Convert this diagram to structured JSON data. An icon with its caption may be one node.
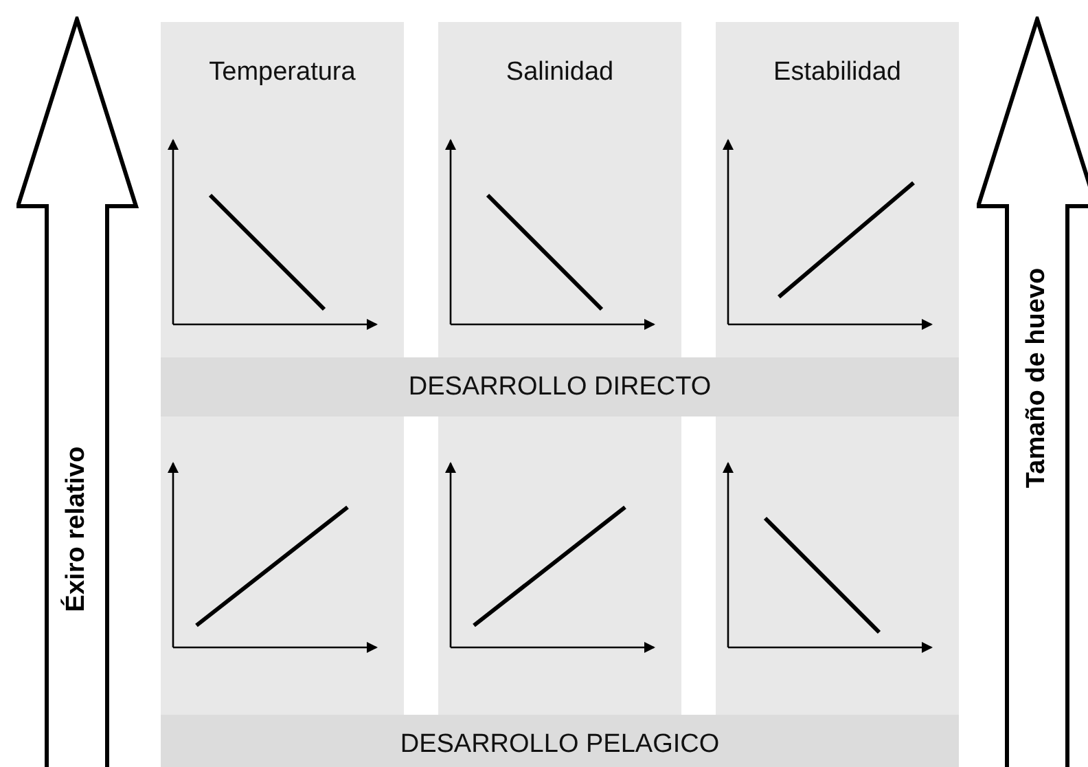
{
  "diagram": {
    "nodes": [
      {
        "text": [
          "Éxiro relativo"
        ]
      },
      {
        "text": [
          "Temperatura"
        ]
      },
      {
        "text": [
          "Salinidad"
        ]
      },
      {
        "text": [
          "Estabilidad"
        ]
      },
      {
        "text": [
          "Tamaño de huevo"
        ]
      },
      {
        "text": [
          "DESARROLLO DIRECTO"
        ]
      },
      {
        "text": [],
        "shape": "box"
      },
      {
        "text": [],
        "shape": "box"
      },
      {
        "text": [],
        "shape": "box"
      },
      {
        "text": [
          "DESARROLLO PELAGICO"
        ]
      }
    ]
  }
}
